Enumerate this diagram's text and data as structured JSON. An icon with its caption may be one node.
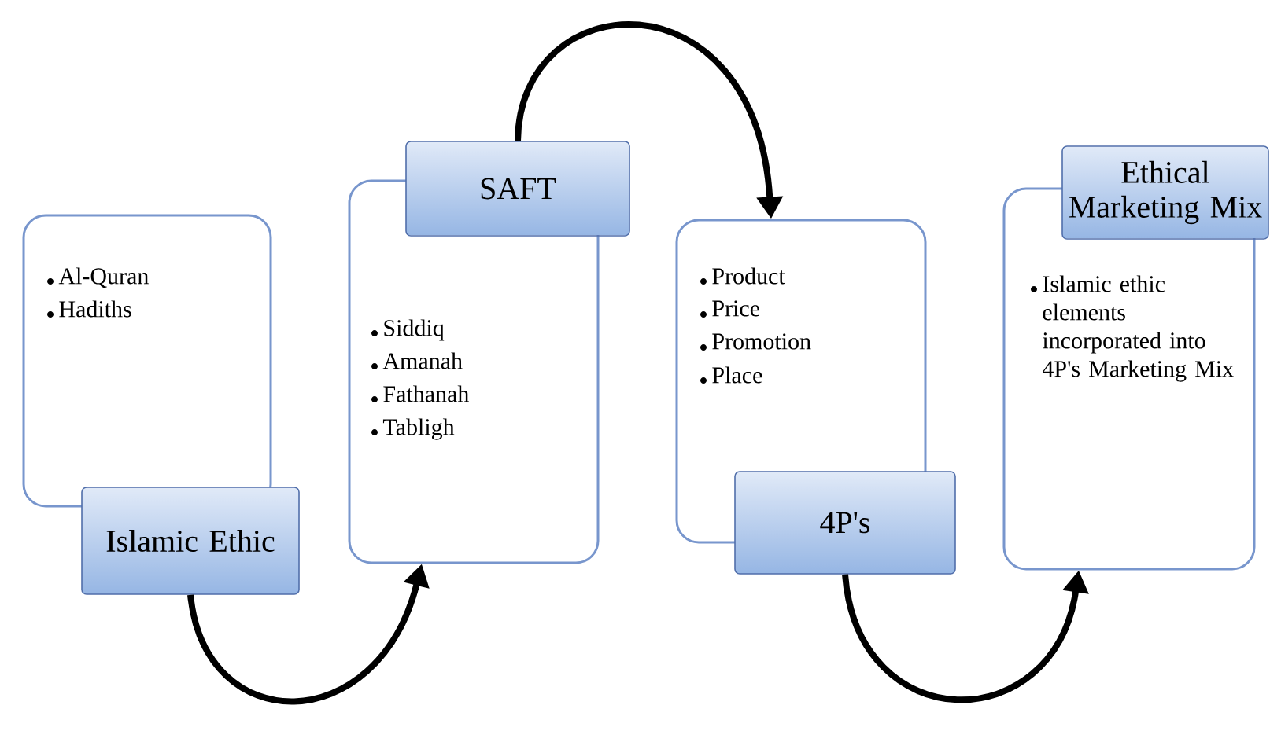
{
  "diagram": {
    "nodes": [
      {
        "text": [
          "Al-Quran",
          "Hadiths"
        ]
      },
      {
        "text": [
          "Islamic Ethic"
        ]
      },
      {
        "text": [
          "Siddiq",
          "Amanah",
          "Fathanah",
          "Tabligh"
        ]
      },
      {
        "text": [
          "SAFT"
        ]
      },
      {
        "text": [
          "Product",
          "Price",
          "Promotion",
          "Place"
        ]
      },
      {
        "text": [
          "4P's"
        ]
      },
      {
        "text": [
          "Islamic ethic elements incorporated into 4P's Marketing Mix"
        ]
      },
      {
        "text": [
          "Ethical Marketing Mix"
        ]
      }
    ],
    "edges": [
      {
        "from": 1,
        "to": 2,
        "arrow": "to"
      },
      {
        "from": 3,
        "to": 4,
        "arrow": "to"
      },
      {
        "from": 5,
        "to": 6,
        "arrow": "to"
      }
    ]
  }
}
